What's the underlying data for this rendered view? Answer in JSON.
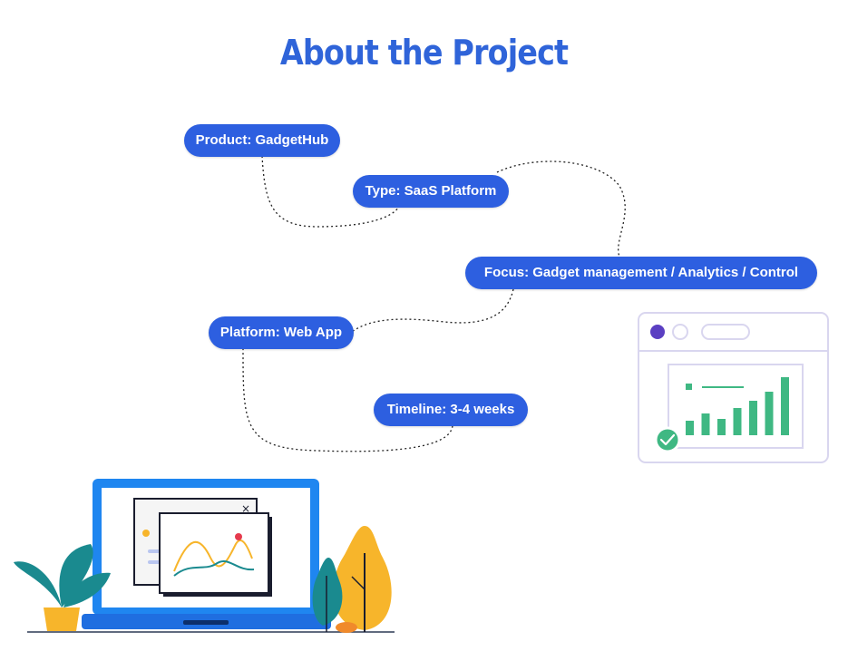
{
  "title": "About the Project",
  "items": [
    {
      "label": "Product: GadgetHub"
    },
    {
      "label": "Type: SaaS Platform"
    },
    {
      "label": "Focus: Gadget management / Analytics / Control"
    },
    {
      "label": "Platform: Web App"
    },
    {
      "label": "Timeline: 3-4 weeks"
    }
  ],
  "colors": {
    "accent": "#2d5fe0",
    "title": "#2f64d9",
    "chart_green": "#3fb883",
    "laptop_blue": "#1f86f0",
    "tree_yellow": "#f7b52b",
    "leaf_teal": "#1a8a8f"
  },
  "icons": {
    "dashboard": "dashboard-chart-illustration",
    "laptop": "laptop-illustration",
    "check": "check-icon"
  }
}
